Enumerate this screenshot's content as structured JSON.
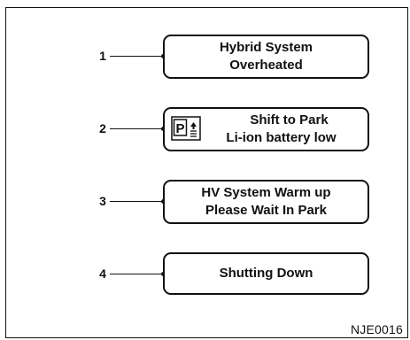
{
  "messages": [
    {
      "number": "1",
      "line1": "Hybrid System",
      "line2": "Overheated"
    },
    {
      "number": "2",
      "line1": "Shift to Park",
      "line2": "Li-ion battery low",
      "icon": "park-shift-icon",
      "icon_letter": "P"
    },
    {
      "number": "3",
      "line1": "HV System Warm up",
      "line2": "Please Wait In Park"
    },
    {
      "number": "4",
      "line1": "Shutting Down"
    }
  ],
  "figure_code": "NJE0016"
}
